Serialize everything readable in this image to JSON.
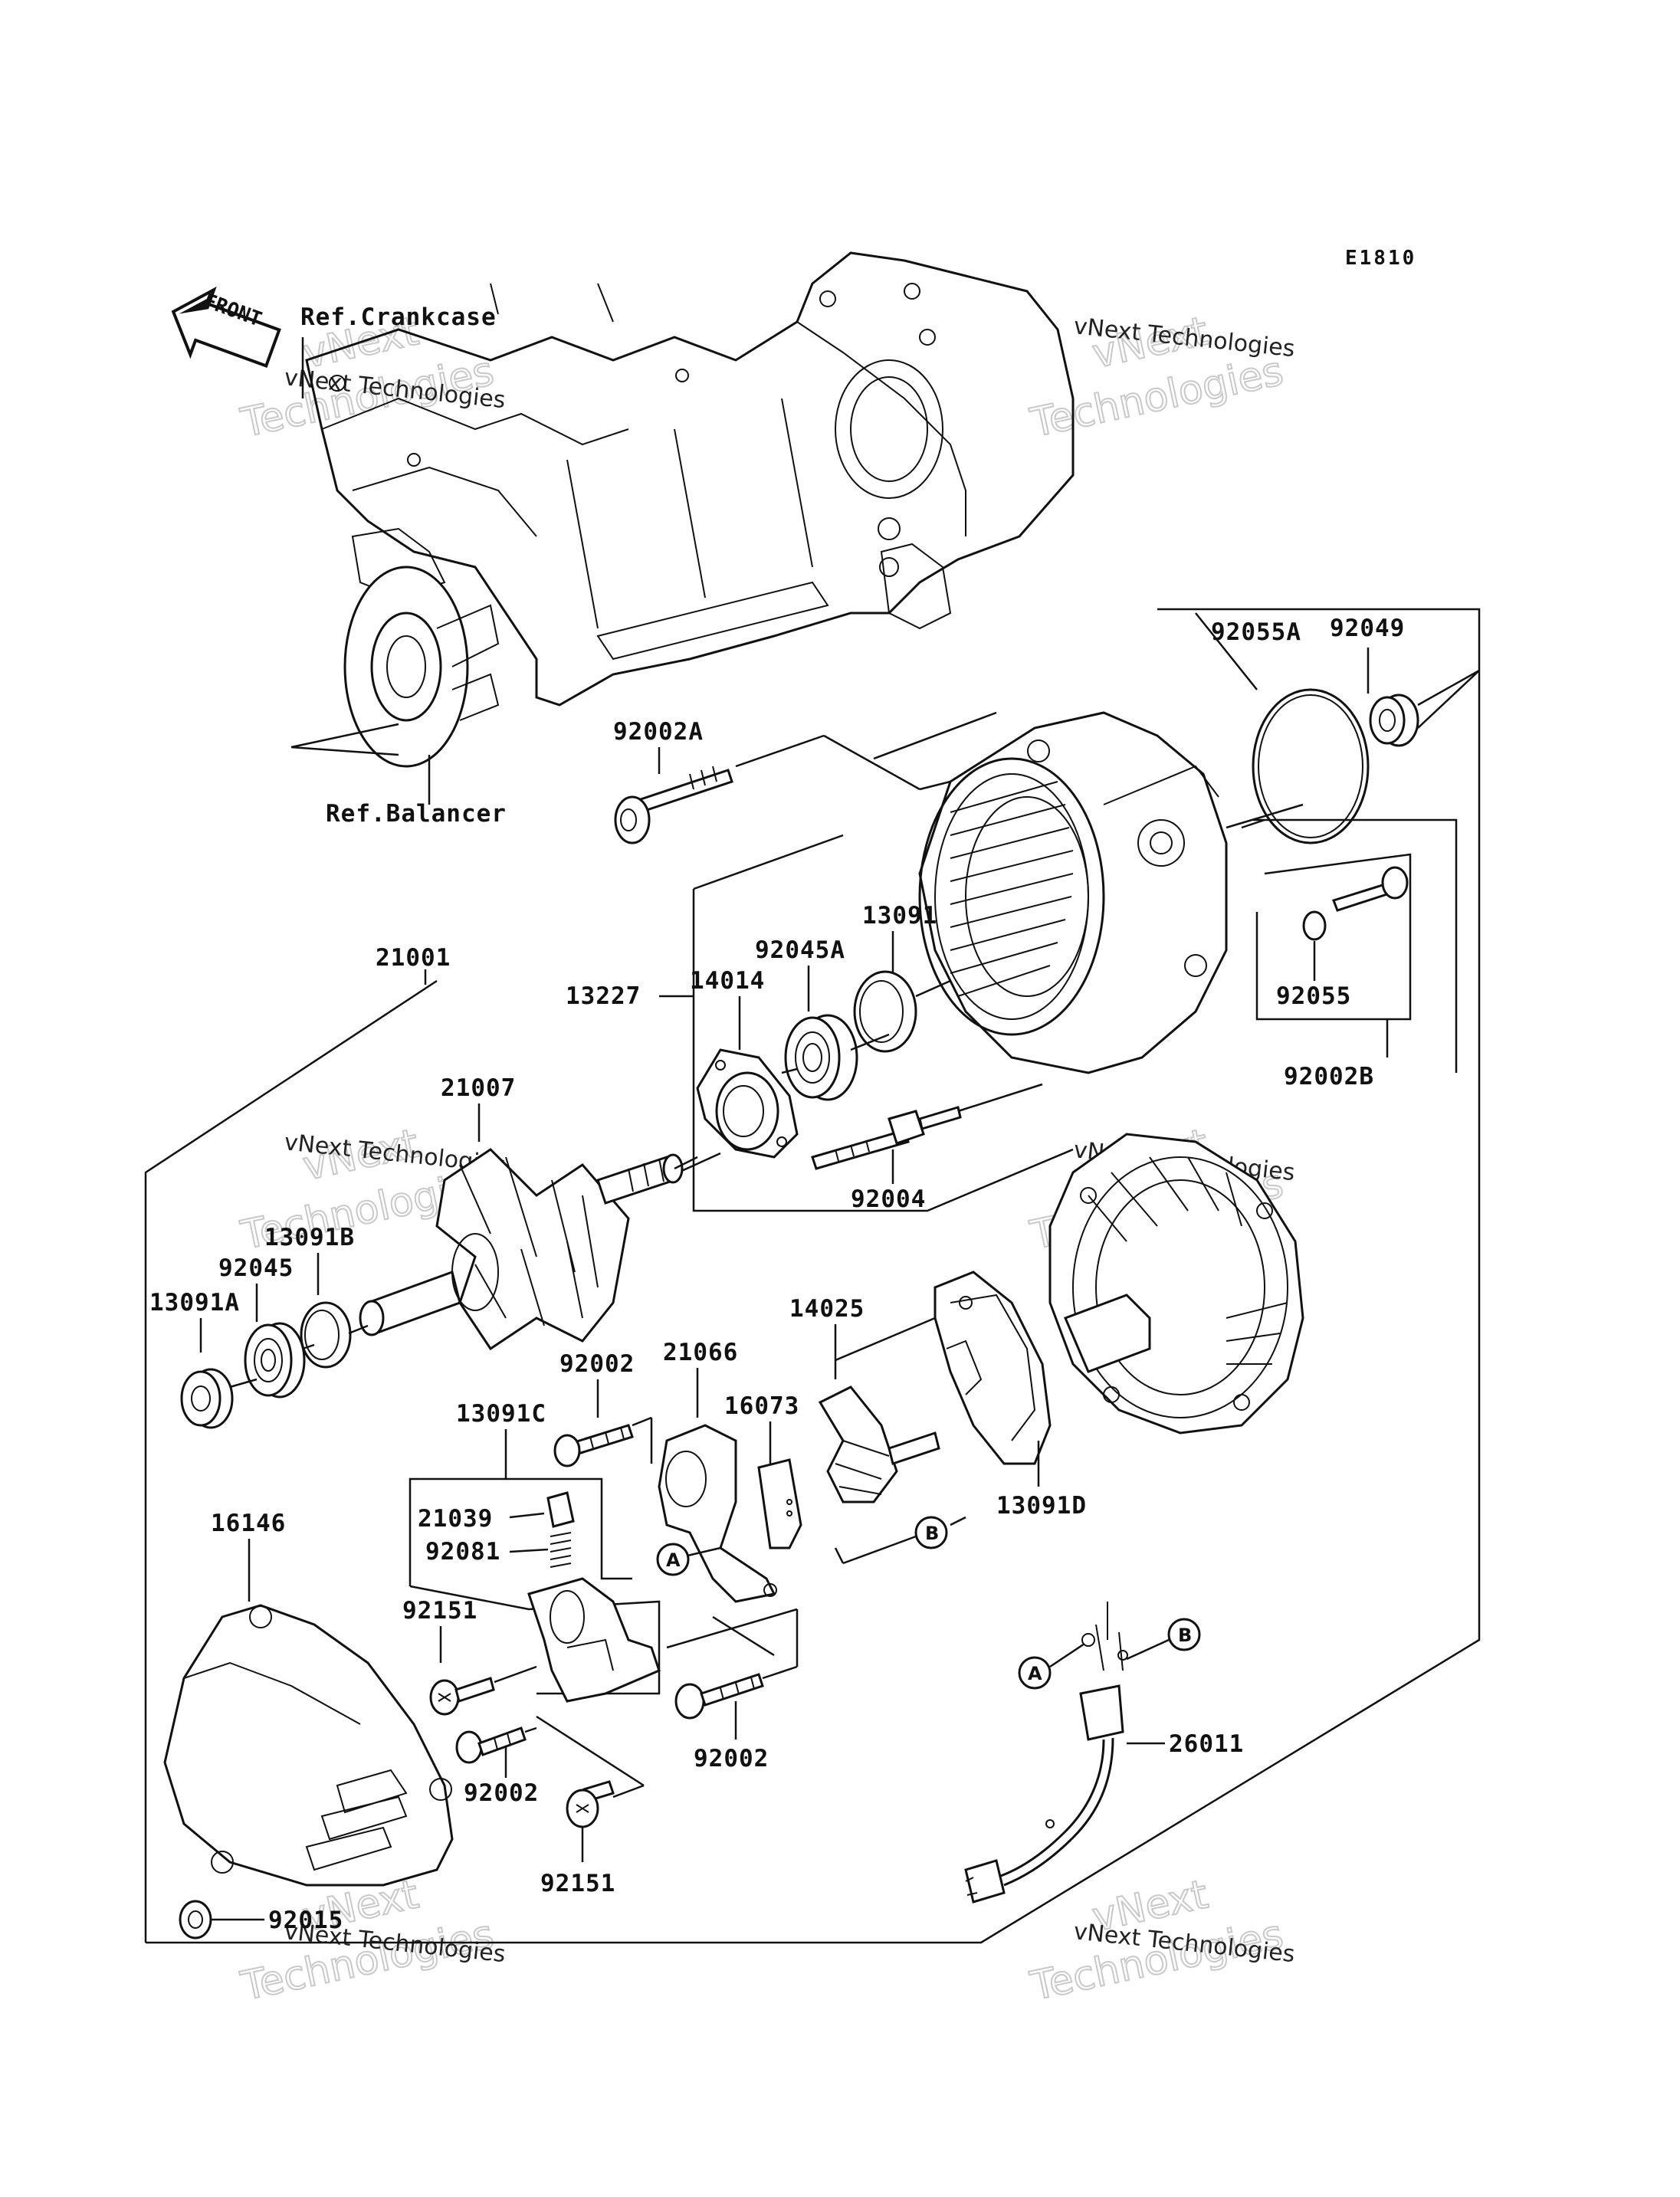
{
  "diagram_code": "E1810",
  "front_label": "FRONT",
  "references": {
    "crankcase": "Ref.Crankcase",
    "balancer": "Ref.Balancer"
  },
  "callouts": {
    "A": "A",
    "B": "B"
  },
  "parts": {
    "p92055A": "92055A",
    "p92049": "92049",
    "p92002A": "92002A",
    "p21001": "21001",
    "p13227": "13227",
    "p14014": "14014",
    "p92045A": "92045A",
    "p13091": "13091",
    "p92055": "92055",
    "p92002B": "92002B",
    "p21007": "21007",
    "p92004": "92004",
    "p13091B": "13091B",
    "p92045": "92045",
    "p13091A": "13091A",
    "p14025": "14025",
    "p92002_upper": "92002",
    "p21066": "21066",
    "p16073": "16073",
    "p13091C": "13091C",
    "p13091D": "13091D",
    "p21039": "21039",
    "p92081": "92081",
    "p16146": "16146",
    "p92151_upper": "92151",
    "p92002_mid_right": "92002",
    "p92002_lower": "92002",
    "p26011": "26011",
    "p92151_lower": "92151",
    "p92015": "92015"
  },
  "watermarks": {
    "line1": "vNext Technologies",
    "brand": "vNext",
    "brand2": "Technologies"
  }
}
